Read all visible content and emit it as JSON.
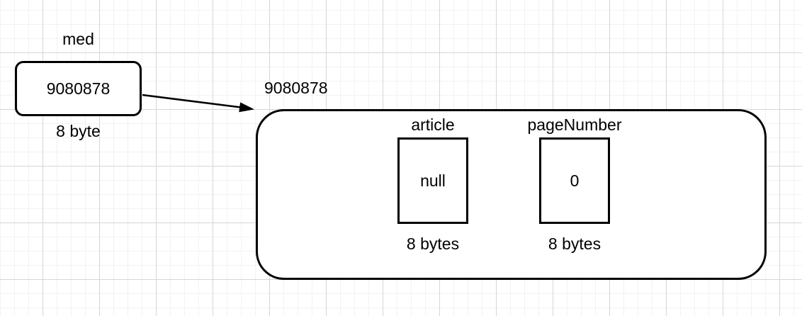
{
  "pointer": {
    "name": "med",
    "value": "9080878",
    "size": "8 byte"
  },
  "object": {
    "address": "9080878",
    "fields": [
      {
        "name": "article",
        "value": "null",
        "size": "8 bytes"
      },
      {
        "name": "pageNumber",
        "value": "0",
        "size": "8 bytes"
      }
    ]
  },
  "colors": {
    "stroke": "#000000",
    "fill": "#ffffff",
    "text": "#000000",
    "grid_minor": "#f2f2f2",
    "grid_major": "#d6d6d6"
  }
}
